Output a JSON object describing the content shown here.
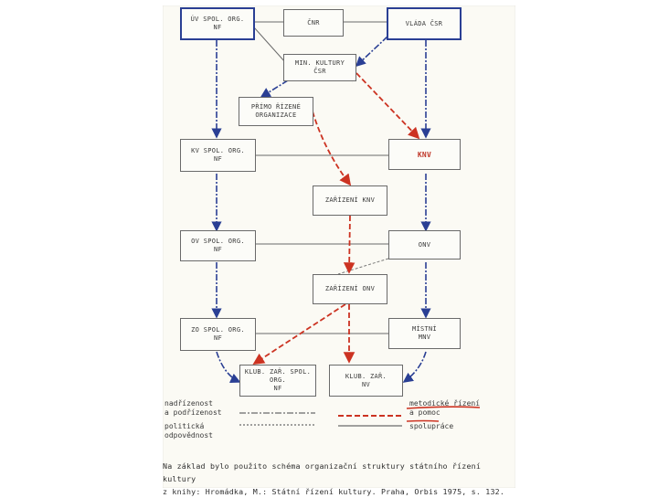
{
  "nodes": {
    "uv_spol_org": "ÚV SPOL. ORG. NF",
    "cnr": "ČNR",
    "vlada": "VLÁDA ČSR",
    "min_kultury": "MIN. KULTURY ČSR",
    "prime_rizeni": "PŘÍMO ŘÍZENÉ ORGANIZACE",
    "kv_spol_org": "KV SPOL. ORG.\nNF",
    "knv": "KNV",
    "zarizeni_knv": "ZAŘÍZENÍ KNV",
    "ov_spol_org": "OV SPOL. ORG.\nNF",
    "onv": "ONV",
    "zarizeni_onv": "ZAŘÍZENÍ ONV",
    "zo_spol_org": "ZO SPOL. ORG.\nNF",
    "mistni_mnv": "MÍSTNÍ\nMNV",
    "klub_zar_spol_org": "KLUB. ZAŘ. SPOL. ORG.\nNF",
    "klub_zar_nv": "KLUB. ZAŘ.\nNV"
  },
  "legend": {
    "nadrizenost": "nadřízenost\na podřízenost",
    "politicka": "politická\nodpovědnost",
    "metodicke": "metodické řízení\na pomoc",
    "spoluprace": "spolupráce"
  },
  "caption": {
    "line1": "Na základ bylo použito schéma organizační struktury státního řízení kultury",
    "line2": "z knihy: Hromádka, M.: Státní řízení kultury. Praha, Orbis 1975, s. 132."
  },
  "colors": {
    "blue": "#2a3f94",
    "red": "#cc3322",
    "gray": "#6a6a6a"
  }
}
